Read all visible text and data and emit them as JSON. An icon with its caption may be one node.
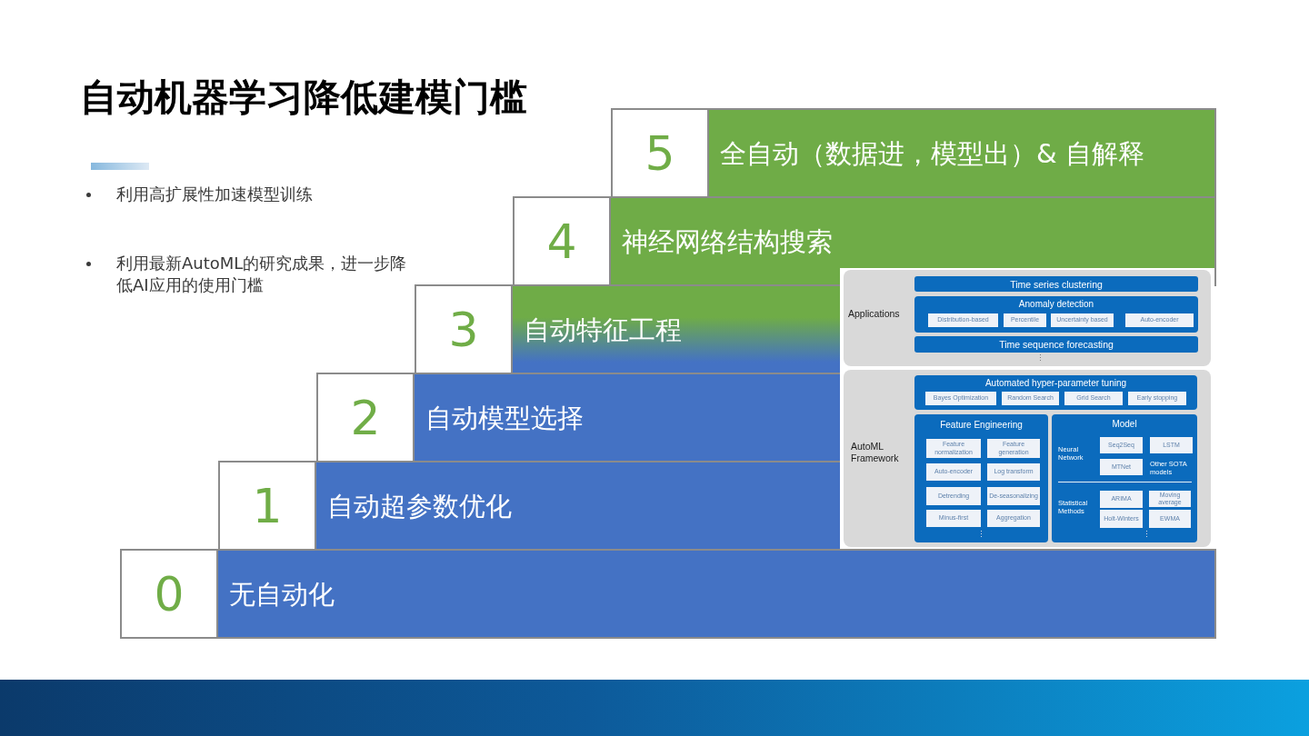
{
  "diagram": {
    "title": "自动机器学习降低建模门槛",
    "nodes": [
      {
        "text": [
          "5",
          "全自动（数据进，模型出）& 自解释"
        ]
      },
      {
        "text": [
          "4",
          "神经网络结构搜索"
        ]
      },
      {
        "text": [
          "3",
          "自动特征工程"
        ]
      },
      {
        "text": [
          "2",
          "自动模型选择"
        ]
      },
      {
        "text": [
          "1",
          "自动超参数优化"
        ]
      },
      {
        "text": [
          "0",
          "无自动化"
        ]
      },
      {
        "text": [
          "Applications",
          "⋮"
        ]
      },
      {
        "text": [
          "Time series clustering"
        ],
        "in": 6
      },
      {
        "text": [
          "Anomaly detection"
        ],
        "in": 6
      },
      {
        "text": [
          "Distribution-based"
        ],
        "in": 8
      },
      {
        "text": [
          "Percentile"
        ],
        "in": 8
      },
      {
        "text": [
          "Uncertainty based"
        ],
        "in": 8
      },
      {
        "text": [
          "Auto-encoder"
        ],
        "in": 8
      },
      {
        "text": [
          "Time sequence forecasting"
        ],
        "in": 6
      },
      {
        "text": [
          "AutoML Framework"
        ]
      },
      {
        "text": [
          "Automated hyper-parameter tuning"
        ],
        "in": 14
      },
      {
        "text": [
          "Bayes Optimization"
        ],
        "in": 15
      },
      {
        "text": [
          "Random Search"
        ],
        "in": 15
      },
      {
        "text": [
          "Grid Search"
        ],
        "in": 15
      },
      {
        "text": [
          "Early stopping"
        ],
        "in": 15
      },
      {
        "text": [
          "Feature Engineering",
          "⋮"
        ],
        "in": 14
      },
      {
        "text": [
          "Feature normalization"
        ],
        "in": 20
      },
      {
        "text": [
          "Feature generation"
        ],
        "in": 20
      },
      {
        "text": [
          "Auto-encoder"
        ],
        "in": 20
      },
      {
        "text": [
          "Log transform"
        ],
        "in": 20
      },
      {
        "text": [
          "Detrending"
        ],
        "in": 20
      },
      {
        "text": [
          "De-seasonalizing"
        ],
        "in": 20
      },
      {
        "text": [
          "Minus-first"
        ],
        "in": 20
      },
      {
        "text": [
          "Aggregation"
        ],
        "in": 20
      },
      {
        "text": [
          "Model",
          "Neural Network",
          "Other SOTA models",
          "Statistical Methods",
          "⋮"
        ],
        "in": 14
      },
      {
        "text": [
          "Seq2Seq"
        ],
        "in": 29
      },
      {
        "text": [
          "LSTM"
        ],
        "in": 29
      },
      {
        "text": [
          "MTNet"
        ],
        "in": 29
      },
      {
        "text": [
          "ARIMA"
        ],
        "in": 29
      },
      {
        "text": [
          "Moving average"
        ],
        "in": 29
      },
      {
        "text": [
          "Holt-Winters"
        ],
        "in": 29
      },
      {
        "text": [
          "EWMA"
        ],
        "in": 29
      }
    ],
    "labels": [
      "利用高扩展性加速模型训练",
      "利用最新AutoML的研究成果，进一步降低AI应用的使用门槛"
    ]
  }
}
